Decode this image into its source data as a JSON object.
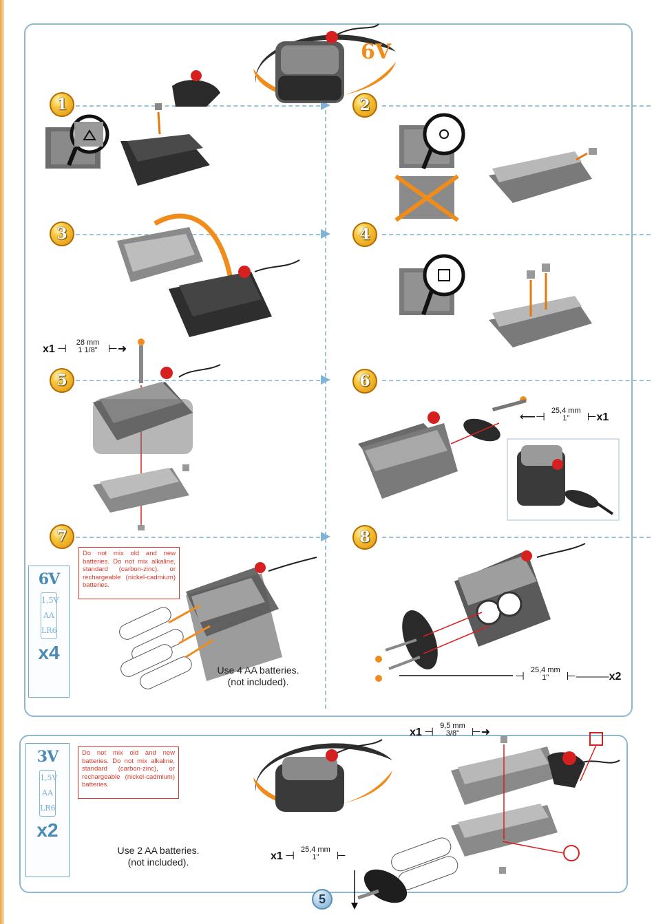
{
  "title_badge": "6V",
  "steps": [
    "1",
    "2",
    "3",
    "4",
    "5",
    "6",
    "7",
    "8"
  ],
  "warning_text": "Do not mix old and new batteries. Do not mix alkaline, standard (carbon-zinc), or rechargeable (nickel-cadmium) batteries.",
  "panel_6v": {
    "volt": "6V",
    "cell_volt": "1,5V",
    "cell_type": "AA",
    "cell_code": "LR6",
    "qty": "x4"
  },
  "panel_3v": {
    "volt": "3V",
    "cell_volt": "1,5V",
    "cell_type": "AA",
    "cell_code": "LR6",
    "qty": "x2"
  },
  "caption_6v": [
    "Use 4 AA batteries.",
    "(not included)."
  ],
  "caption_3v": [
    "Use 2 AA batteries.",
    "(not included)."
  ],
  "measures": {
    "m5": {
      "qty": "x1",
      "size": "28 mm",
      "inch": "1 1/8\""
    },
    "m6": {
      "qty": "x1",
      "size": "25,4 mm",
      "inch": "1\""
    },
    "m8": {
      "qty": "x2",
      "size": "25,4 mm",
      "inch": "1\""
    },
    "m3v_top": {
      "qty": "x1",
      "size": "9,5 mm",
      "inch": "3/8\""
    },
    "m3v_bottom": {
      "qty": "x1",
      "size": "25,4 mm",
      "inch": "1\""
    }
  },
  "page_number": "5"
}
